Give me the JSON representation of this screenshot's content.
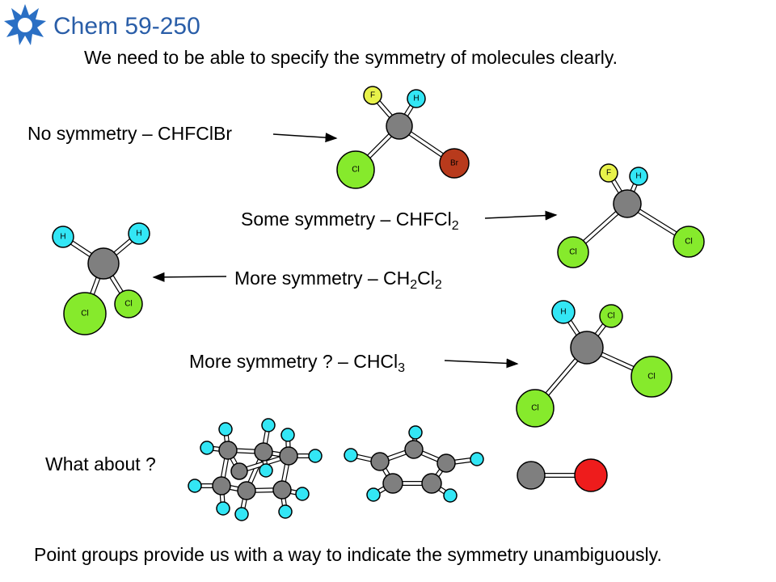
{
  "slide": {
    "title": "Chem 59-250",
    "intro": "We need to be able to specify the symmetry of molecules clearly.",
    "no_symmetry": "No symmetry – CHFClBr",
    "some_symmetry": {
      "text": "Some symmetry – CHFCl",
      "sub": "2"
    },
    "more_symmetry": {
      "text": "More symmetry – CH",
      "sub1": "2",
      "mid": "Cl",
      "sub2": "2"
    },
    "more_symmetry_q": {
      "text": "More symmetry ? – CHCl",
      "sub": "3"
    },
    "what_about": "What about ?",
    "conclusion": "Point groups provide us with a way to indicate the symmetry unambiguously.",
    "atom_labels": {
      "F": "F",
      "H": "H",
      "Cl": "Cl",
      "Br": "Br"
    }
  },
  "colors": {
    "title": "#2a5ea8",
    "carbon": "#7f7f7f",
    "hydrogen": "#33e6f5",
    "fluorine": "#e8f24a",
    "chlorine": "#86ea2c",
    "bromine": "#b83a1c",
    "oxygen": "#ee1c1c"
  }
}
